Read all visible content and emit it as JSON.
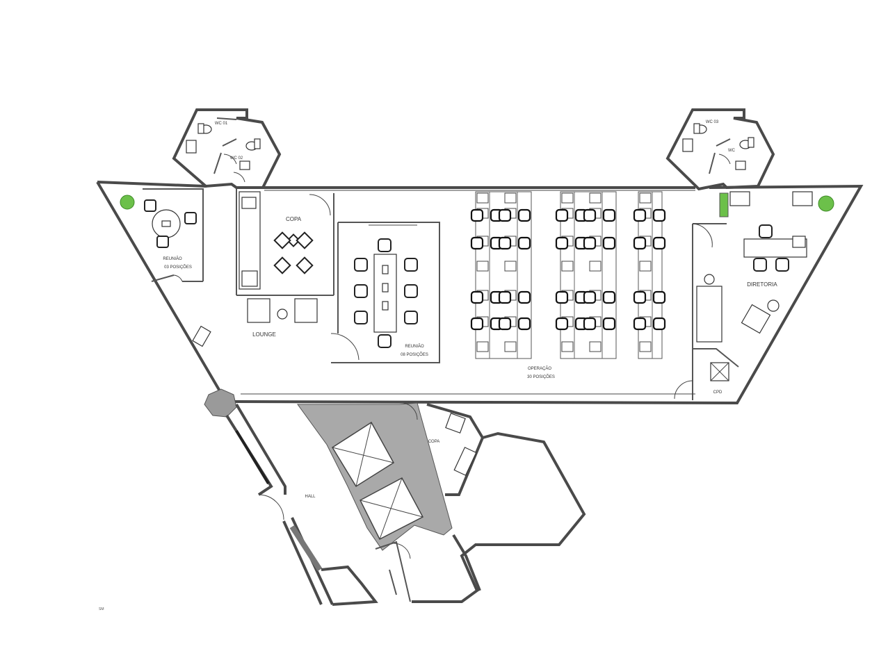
{
  "rooms": {
    "wc01": "WC 01",
    "wc02": "WC 02",
    "wc03": "WC 03",
    "wc04": "WC",
    "reuniao1_title": "REUNIÃO",
    "reuniao1_sub": "03 POSIÇÕES",
    "copa1": "COPA",
    "lounge": "LOUNGE",
    "reuniao2_title": "REUNIÃO",
    "reuniao2_sub": "08 POSIÇÕES",
    "operacao_title": "OPERAÇÃO",
    "operacao_sub": "30 POSIÇÕES",
    "diretoria": "DIRETORIA",
    "cpd": "CPD",
    "copa2": "COPA",
    "hall": "HALL"
  },
  "corner_mark": "SM",
  "colors": {
    "wall": "#4a4a4a",
    "core": "#a9a9a9",
    "plant": "#6cc04a"
  }
}
